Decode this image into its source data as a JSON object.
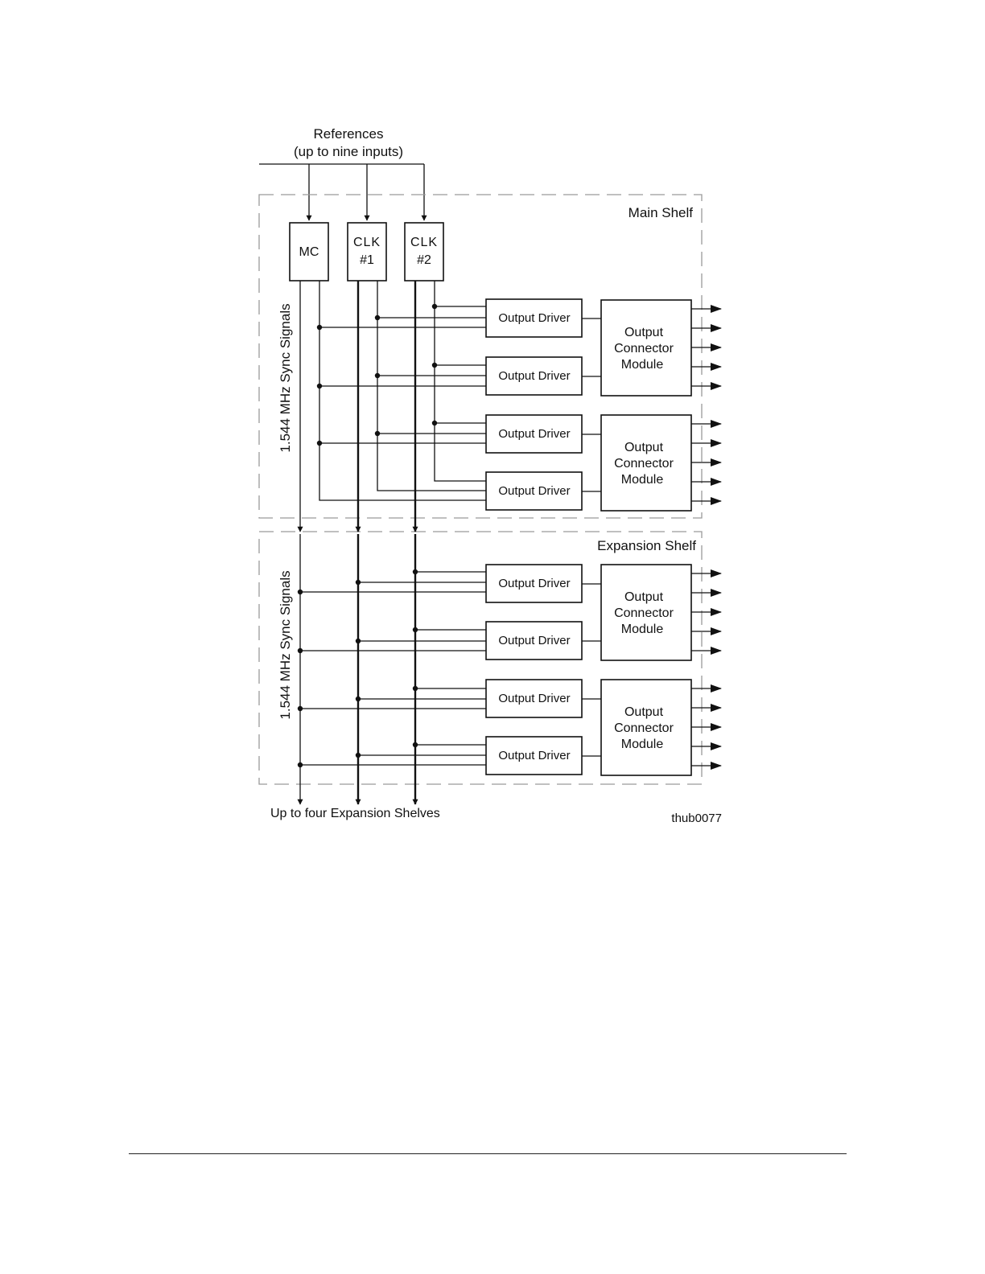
{
  "references": {
    "line1": "References",
    "line2": "(up to nine inputs)"
  },
  "main_shelf": {
    "label": "Main Shelf",
    "side_label": "1.544 MHz Sync Signals"
  },
  "expansion_shelf": {
    "label": "Expansion Shelf",
    "side_label": "1.544 MHz Sync Signals"
  },
  "modules": {
    "mc": "MC",
    "clk1_line1": "CLK",
    "clk1_line2": "#1",
    "clk2_line1": "CLK",
    "clk2_line2": "#2"
  },
  "output_driver_label": "Output Driver",
  "output_connector": {
    "line1": "Output",
    "line2": "Connector",
    "line3": "Module"
  },
  "bottom_label": "Up to four Expansion Shelves",
  "figure_id": "thub0077",
  "colors": {
    "line": "#111111",
    "dashed_border": "#9a9a9a",
    "background": "#ffffff"
  }
}
